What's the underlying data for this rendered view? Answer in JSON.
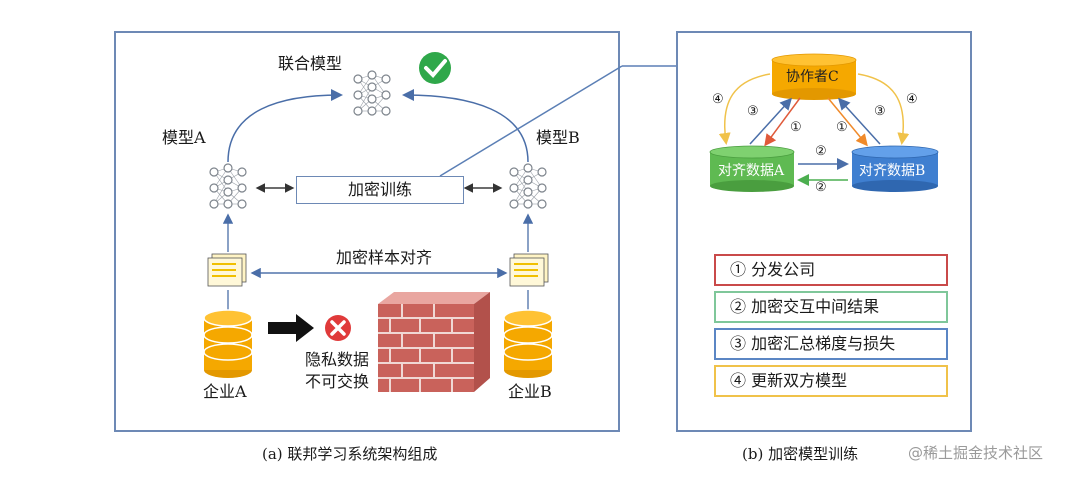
{
  "panel_a": {
    "joint_model": "联合模型",
    "model_a": "模型A",
    "model_b": "模型B",
    "encrypted_training": "加密训练",
    "sample_alignment": "加密样本对齐",
    "privacy_line1": "隐私数据",
    "privacy_line2": "不可交换",
    "company_a": "企业A",
    "company_b": "企业B",
    "caption": "(a) 联邦学习系统架构组成"
  },
  "panel_b": {
    "coordinator": "协作者C",
    "data_a": "对齐数据A",
    "data_b": "对齐数据B",
    "step_markers": [
      "④",
      "③",
      "①",
      "①",
      "③",
      "④",
      "②",
      "②"
    ],
    "legend": [
      {
        "text": "① 分发公司",
        "color": "#c94a4a"
      },
      {
        "text": "② 加密交互中间结果",
        "color": "#7fc79a"
      },
      {
        "text": "③ 加密汇总梯度与损失",
        "color": "#5b86c4"
      },
      {
        "text": "④ 更新双方模型",
        "color": "#f0c24a"
      }
    ],
    "caption": "(b) 加密模型训练"
  },
  "watermark": "@稀土掘金技术社区",
  "colors": {
    "frame": "#6d89b5",
    "cylinder_gold": "#f5a800",
    "cylinder_green": "#5fba52",
    "cylinder_blue": "#3f7fd0",
    "check_green": "#2fa84a",
    "cross_red": "#e03a3a"
  }
}
